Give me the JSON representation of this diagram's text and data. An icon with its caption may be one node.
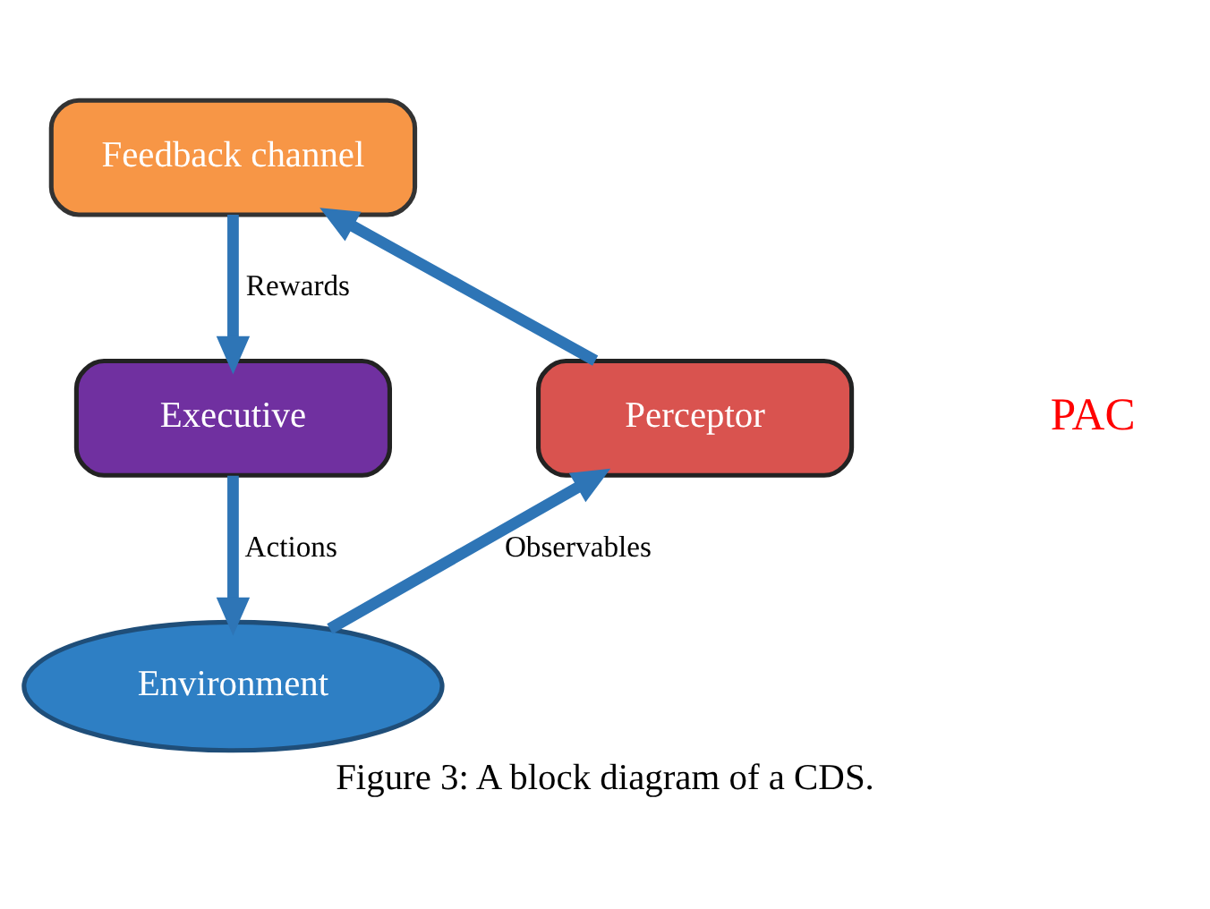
{
  "diagram": {
    "caption": "Figure 3: A block diagram of a CDS.",
    "nodes": [
      {
        "text": [
          "Feedback channel"
        ]
      },
      {
        "text": [
          "Executive"
        ]
      },
      {
        "text": [
          "Perceptor"
        ]
      },
      {
        "text": [
          "Environment"
        ]
      }
    ],
    "edges": [
      {
        "from": 0,
        "to": 1,
        "arrow": "to",
        "label": "Rewards"
      },
      {
        "from": 1,
        "to": 3,
        "arrow": "to",
        "label": "Actions"
      },
      {
        "from": 3,
        "to": 2,
        "arrow": "to",
        "label": "Observables"
      },
      {
        "from": 2,
        "to": 0,
        "arrow": "to"
      }
    ],
    "labels": [
      "PAC"
    ]
  }
}
